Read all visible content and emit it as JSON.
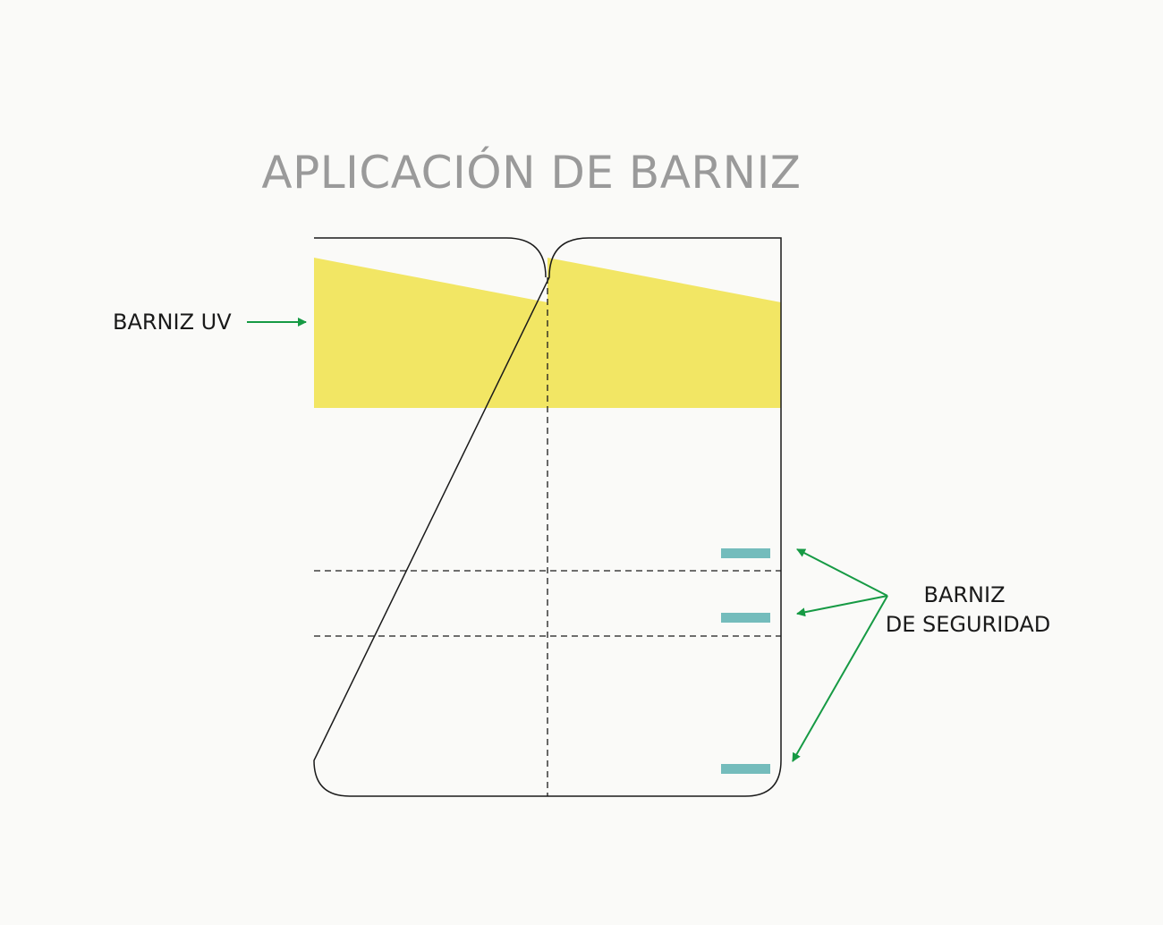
{
  "title": "APLICACIÓN DE BARNIZ",
  "labels": {
    "uv": "BARNIZ UV",
    "security_line1": "BARNIZ",
    "security_line2": "DE SEGURIDAD"
  },
  "colors": {
    "background": "#fafaf8",
    "title": "#9a9a9a",
    "outline": "#1a1a1a",
    "uv_fill": "#f2e664",
    "security_mark": "#74bcbc",
    "arrow": "#169a44"
  }
}
